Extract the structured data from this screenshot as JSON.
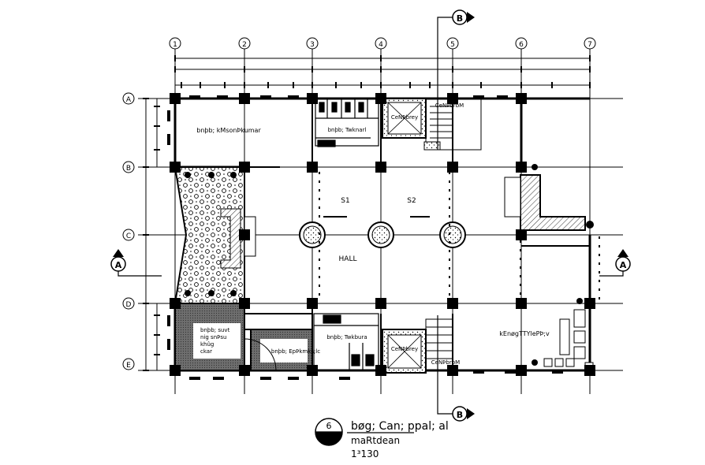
{
  "grid": {
    "columns": [
      "1",
      "2",
      "3",
      "4",
      "5",
      "6",
      "7"
    ],
    "rows": [
      "A",
      "B",
      "C",
      "D",
      "E"
    ]
  },
  "section_markers": {
    "vertical": "B",
    "horizontal": "A"
  },
  "rooms": {
    "top_left": "bnþb; kMsonÞkumar",
    "toilet_top": "bnþb; Twknarl",
    "lift_top": "CeNÞbrey",
    "stair_top": "CeNÞbrbM",
    "s1": "S1",
    "s2": "S2",
    "hall": "HALL",
    "bottom_left_lines": [
      "bnþb; suvt",
      "nig snÞsu",
      "khûg",
      "ckar"
    ],
    "bottom_mid": "bnþb; EpÞkmks;lc",
    "toilet_bottom": "bnþb; Twkbura",
    "lift_bottom": "CeNÞbrey",
    "stair_bottom": "CeNÞbrbM",
    "kitchen": "kEnøgTTYlePÞ;v"
  },
  "title_block": {
    "number": "6",
    "title_line1": "bøg; Can; ppal; al",
    "title_line2": "maRtdean",
    "scale": "1³130"
  }
}
